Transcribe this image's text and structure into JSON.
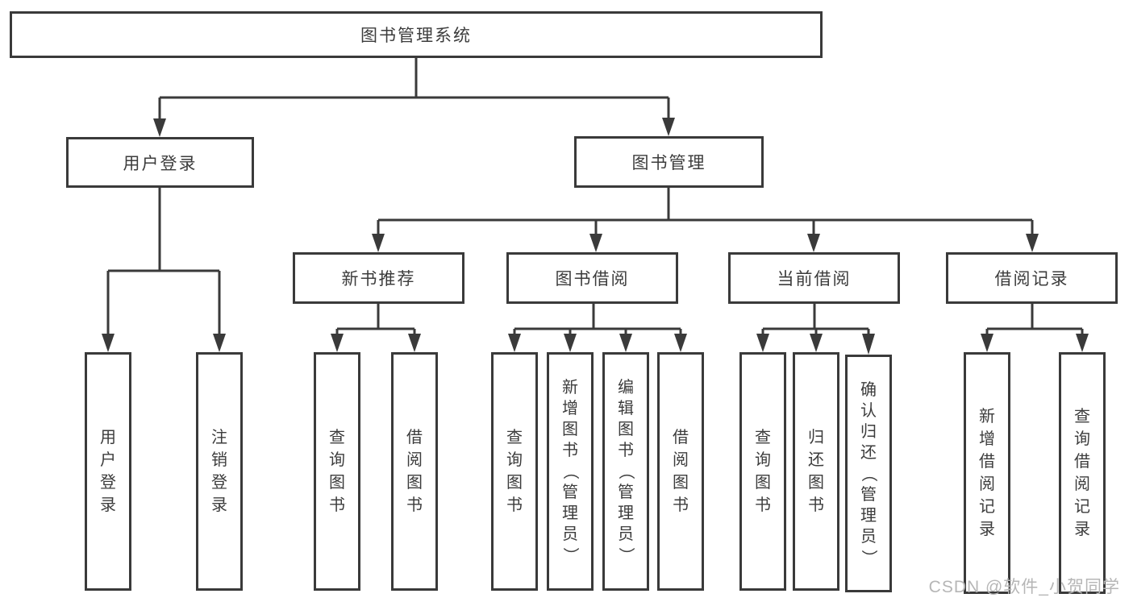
{
  "diagram": {
    "title": "图书管理系统",
    "branches": [
      {
        "label": "用户登录",
        "children": [
          {
            "label": "用户登录"
          },
          {
            "label": "注销登录"
          }
        ]
      },
      {
        "label": "图书管理",
        "sections": [
          {
            "label": "新书推荐",
            "children": [
              {
                "label": "查询图书"
              },
              {
                "label": "借阅图书"
              }
            ]
          },
          {
            "label": "图书借阅",
            "children": [
              {
                "label": "查询图书"
              },
              {
                "label": "新增图书（管理员）"
              },
              {
                "label": "编辑图书（管理员）"
              },
              {
                "label": "借阅图书"
              }
            ]
          },
          {
            "label": "当前借阅",
            "children": [
              {
                "label": "查询图书"
              },
              {
                "label": "归还图书"
              },
              {
                "label": "确认归还（管理员）"
              }
            ]
          },
          {
            "label": "借阅记录",
            "children": [
              {
                "label": "新增借阅记录"
              },
              {
                "label": "查询借阅记录"
              }
            ]
          }
        ]
      }
    ]
  },
  "watermark": {
    "text": "CSDN @软件_小贺同学"
  },
  "colors": {
    "line": "#3a3a3a",
    "text": "#3c3c3c",
    "background": "#ffffff",
    "watermark": "#b6b6b6"
  }
}
